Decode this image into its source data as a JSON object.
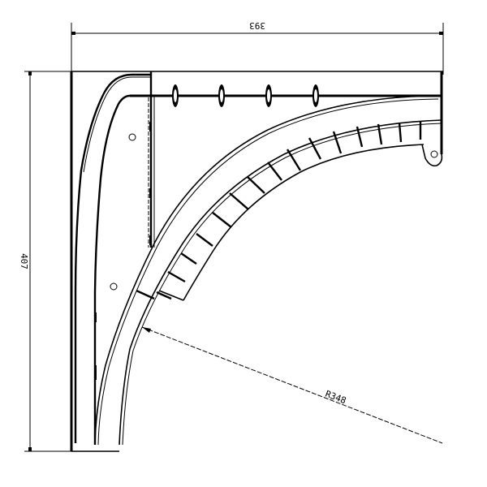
{
  "drawing": {
    "type": "technical-cad-drawing",
    "subject": "curved corner bracket with radial ribs",
    "line_color": "#000000",
    "background": "#ffffff"
  },
  "dimensions": {
    "width": {
      "label": "393",
      "orientation": "horizontal",
      "position": "top"
    },
    "height": {
      "label": "407",
      "orientation": "vertical",
      "position": "left"
    },
    "radius": {
      "label": "R348",
      "orientation": "diagonal",
      "position": "lower-right"
    }
  },
  "features": {
    "top_bar_fasteners": 4,
    "mounting_holes": 2,
    "lug_hole": 1,
    "rib_count": 18
  }
}
